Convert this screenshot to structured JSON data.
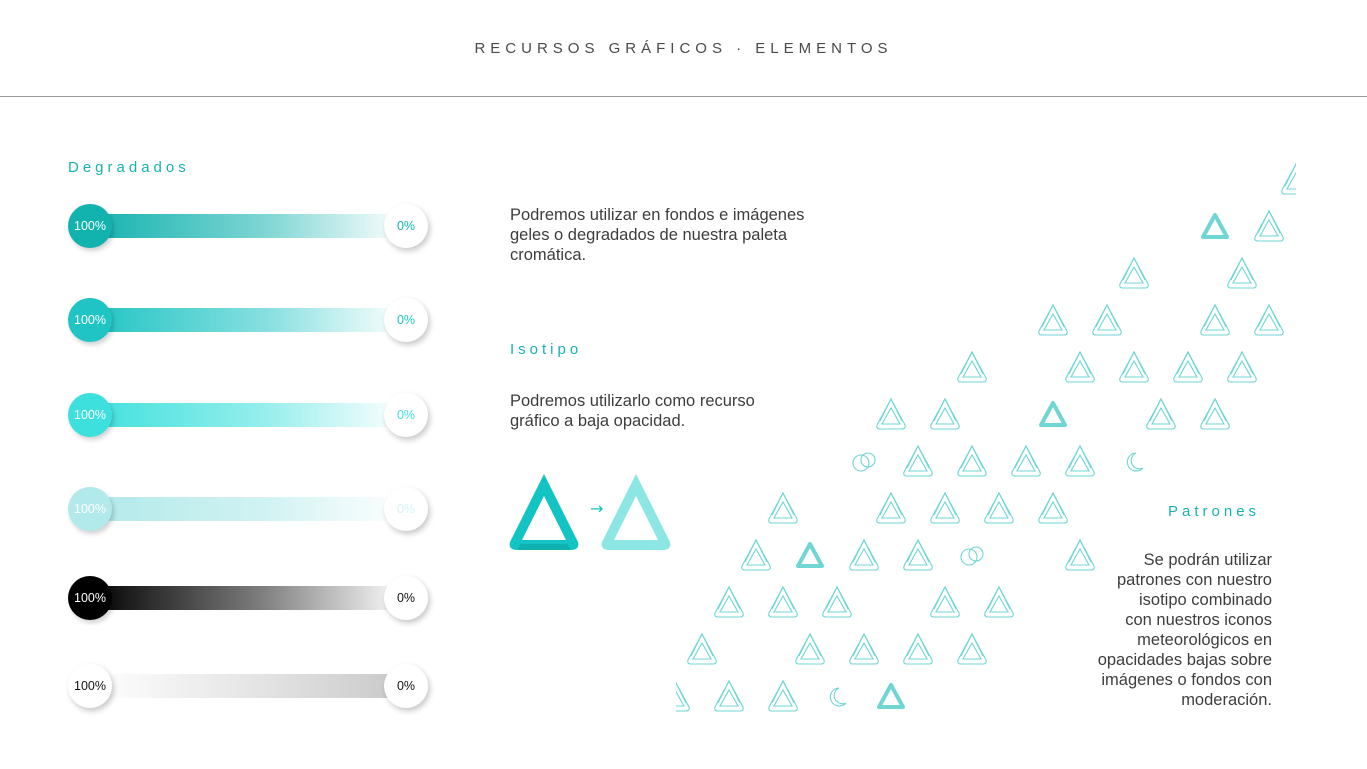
{
  "header": {
    "title": "RECURSOS GRÁFICOS · ELEMENTOS"
  },
  "degradados": {
    "label": "Degradados",
    "rows": [
      {
        "start": "100%",
        "end": "0%",
        "color": "#12b2af",
        "start_text": "#ffffff",
        "end_text": "#12b2af",
        "bar": "linear-gradient(to right, #12b2af, rgba(18,178,175,0.55) 55%, rgba(18,178,175,0))"
      },
      {
        "start": "100%",
        "end": "0%",
        "color": "#20c4c4",
        "start_text": "#ffffff",
        "end_text": "#20c4c4",
        "bar": "linear-gradient(to right, #20c4c4, rgba(32,196,196,0.55) 55%, rgba(32,196,196,0))"
      },
      {
        "start": "100%",
        "end": "0%",
        "color": "#3ee0dd",
        "start_text": "#ffffff",
        "end_text": "#3ee0dd",
        "bar": "linear-gradient(to right, #3ee0dd, rgba(62,224,221,0.55) 55%, rgba(62,224,221,0))"
      },
      {
        "start": "100%",
        "end": "0%",
        "color": "#b2e9ea",
        "start_text": "#ffffff",
        "end_text": "#d4f2f2",
        "bar": "linear-gradient(to right, #b2e9ea, rgba(178,233,234,0.6) 55%, rgba(178,233,234,0))"
      },
      {
        "start": "100%",
        "end": "0%",
        "color": "#000000",
        "start_text": "#ffffff",
        "end_text": "#111111",
        "bar": "linear-gradient(to right, #000000, rgba(0,0,0,0.5) 55%, rgba(0,0,0,0))"
      },
      {
        "start": "100%",
        "end": "0%",
        "color": "#ffffff",
        "start_text": "#111111",
        "end_text": "#111111",
        "bar": "linear-gradient(to right, rgba(210,210,210,0), rgba(200,200,200,0.5) 55%, #c8c8c8)"
      }
    ]
  },
  "intro": {
    "line1": "Podremos utilizar en fondos e imágenes",
    "line2": "geles o degradados de nuestra paleta",
    "line3": "cromática."
  },
  "isotipo": {
    "label": "Isotipo",
    "line1": "Podremos utilizarlo como recurso",
    "line2": "gráfico a baja opacidad.",
    "arrow": "→",
    "colors": {
      "solid": "#14c3c3",
      "light": "#8ce6e4"
    }
  },
  "patrones": {
    "label": "Patrones",
    "lines": [
      "Se podrán utilizar",
      "patrones con nuestro",
      "isotipo combinado",
      "con nuestros iconos",
      "meteorológicos en",
      "opacidades bajas sobre",
      "imágenes o fondos con",
      "moderación."
    ],
    "accent": "#6fd6d4",
    "rows": [
      "______aaaaaa",
      "_____Sa__aa_",
      "____a_a_aa",
      "___aa_aaaS",
      "__a_aaaa",
      "_aa_S_aa",
      "_oaaaam",
      "a_aaaa",
      "aSaao_a",
      "aaa_aa",
      "a_aaaa",
      "aaamS"
    ]
  }
}
